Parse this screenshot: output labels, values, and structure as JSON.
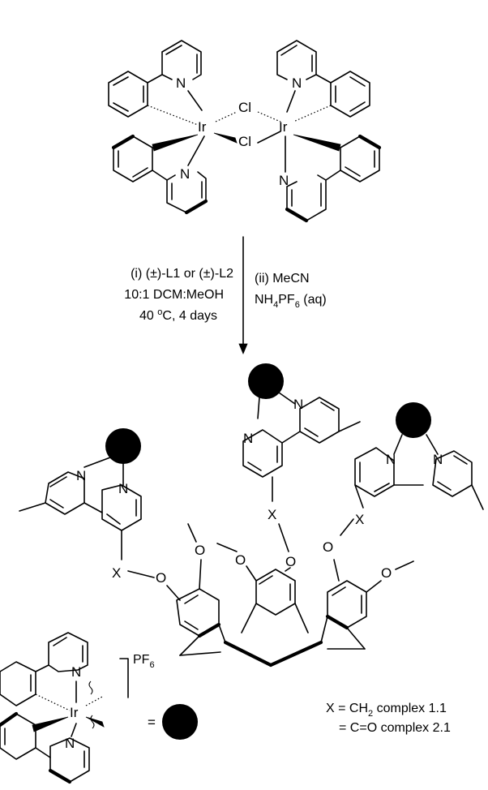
{
  "dimer": {
    "atoms": {
      "metal_left": "Ir",
      "metal_right": "Ir",
      "chloride_top": "Cl",
      "chloride_bottom": "Cl",
      "nitrogen": "N"
    }
  },
  "reaction": {
    "step1": {
      "line1": "(i) (±)-L1 or (±)-L2",
      "line2": "10:1 DCM:MeOH",
      "line3_temp": "40 ",
      "line3_deg": "o",
      "line3_rest": "C, 4 days"
    },
    "step2": {
      "line1": "(ii) MeCN",
      "line2_a": "NH",
      "line2_sub1": "4",
      "line2_b": "PF",
      "line2_sub2": "6",
      "line2_c": " (aq)"
    }
  },
  "product": {
    "linker": "X",
    "oxygen": "O",
    "nitrogen": "N"
  },
  "legend": {
    "counterion_a": "PF",
    "counterion_sub": "6",
    "metal": "Ir",
    "equals": "="
  },
  "definitions": {
    "x_prefix": "X = CH",
    "x_sub": "2",
    "x_suffix": " complex 1.1",
    "line2": "= C=O complex 2.1"
  }
}
